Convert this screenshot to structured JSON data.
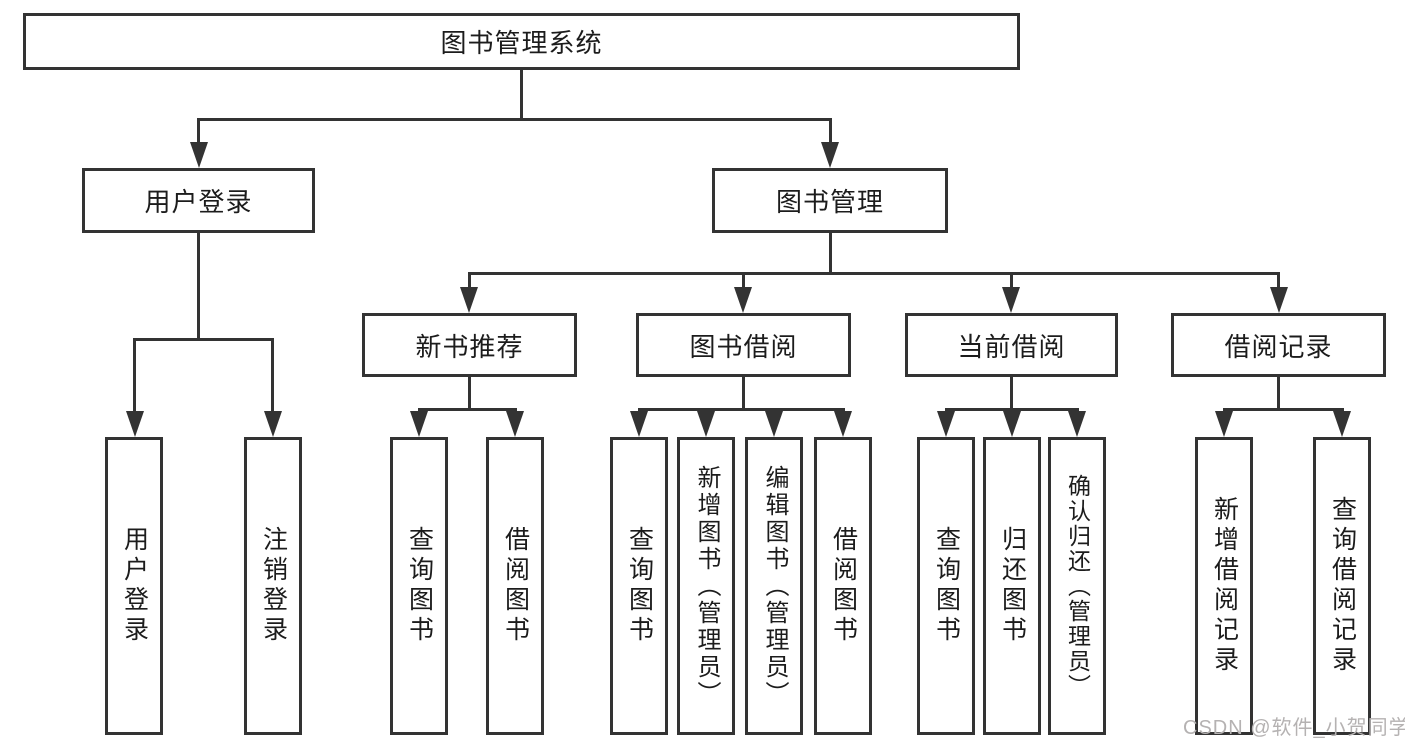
{
  "tree": {
    "root": {
      "label": "图书管理系统"
    },
    "branches": [
      {
        "label": "用户登录",
        "children": [
          {
            "label": "用户登录"
          },
          {
            "label": "注销登录"
          }
        ]
      },
      {
        "label": "图书管理",
        "children": [
          {
            "label": "新书推荐",
            "children": [
              {
                "label": "查询图书"
              },
              {
                "label": "借阅图书"
              }
            ]
          },
          {
            "label": "图书借阅",
            "children": [
              {
                "label": "查询图书"
              },
              {
                "label": "新增图书（管理员）"
              },
              {
                "label": "编辑图书（管理员）"
              },
              {
                "label": "借阅图书"
              }
            ]
          },
          {
            "label": "当前借阅",
            "children": [
              {
                "label": "查询图书"
              },
              {
                "label": "归还图书"
              },
              {
                "label": "确认归还（管理员）"
              }
            ]
          },
          {
            "label": "借阅记录",
            "children": [
              {
                "label": "新增借阅记录"
              },
              {
                "label": "查询借阅记录"
              }
            ]
          }
        ]
      }
    ]
  },
  "watermark": {
    "text": "CSDN @软件_小贺同学"
  },
  "colors": {
    "line": "#333333",
    "text": "#1c1c1c",
    "watermark": "#b5b2b2",
    "background": "#ffffff"
  }
}
